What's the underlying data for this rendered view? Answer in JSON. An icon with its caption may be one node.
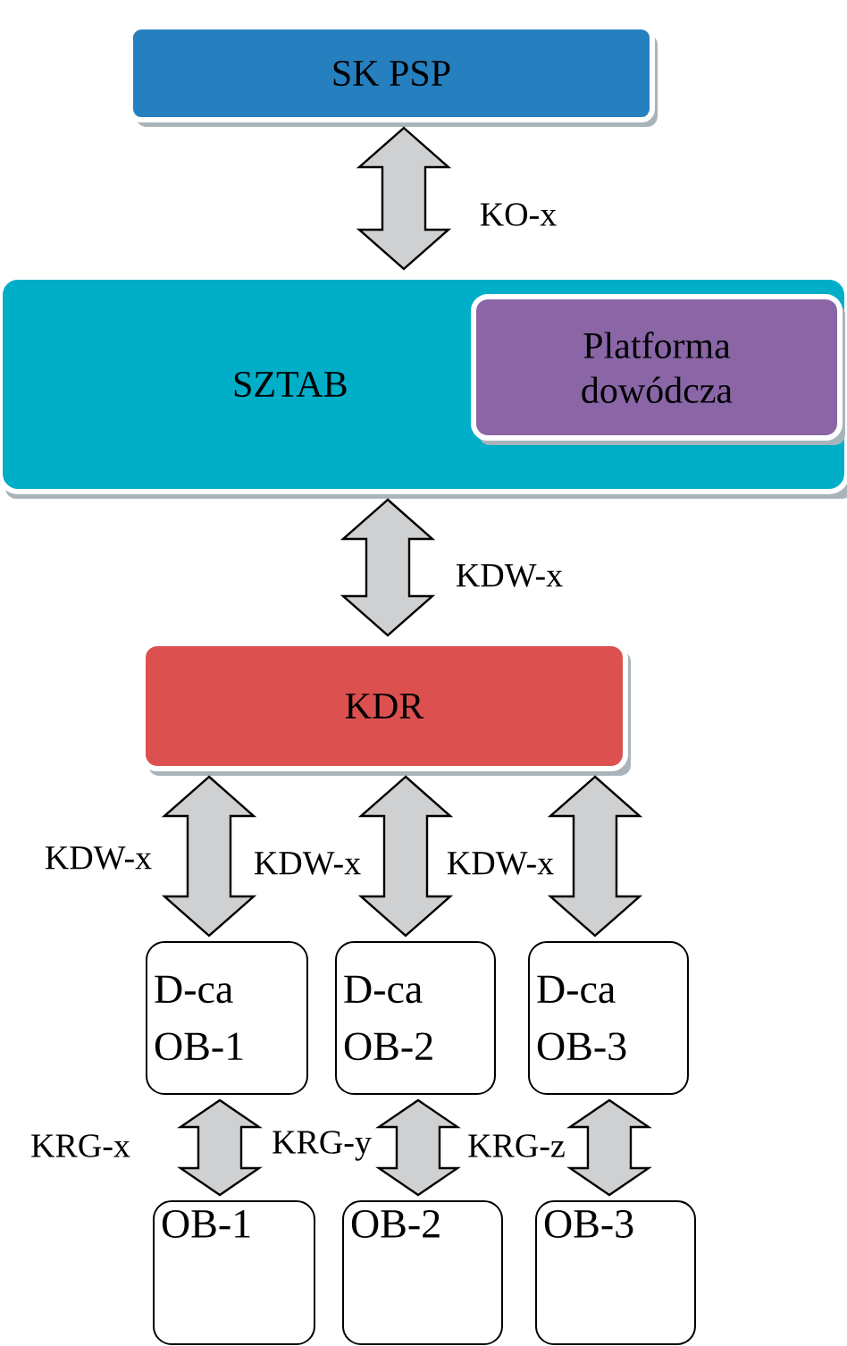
{
  "diagram": {
    "nodes": [
      {
        "text": [
          "SK PSP"
        ]
      },
      {
        "text": [
          "SZTAB"
        ]
      },
      {
        "text": [
          "Platforma dowódcza"
        ],
        "in": 1
      },
      {
        "text": [
          "KDR"
        ]
      },
      {
        "text": [
          "D-ca OB-1"
        ]
      },
      {
        "text": [
          "D-ca OB-2"
        ]
      },
      {
        "text": [
          "D-ca OB-3"
        ]
      },
      {
        "text": [
          "OB-1"
        ]
      },
      {
        "text": [
          "OB-2"
        ]
      },
      {
        "text": [
          "OB-3"
        ]
      }
    ],
    "edges": [
      {
        "from": 0,
        "to": 1,
        "arrow": "both",
        "label": "KO-x"
      },
      {
        "from": 1,
        "to": 3,
        "arrow": "both",
        "label": "KDW-x"
      },
      {
        "from": 3,
        "to": 4,
        "arrow": "both",
        "label": "KDW-x"
      },
      {
        "from": 3,
        "to": 5,
        "arrow": "both",
        "label": "KDW-x"
      },
      {
        "from": 3,
        "to": 6,
        "arrow": "both",
        "label": "KDW-x"
      },
      {
        "from": 4,
        "to": 7,
        "arrow": "both",
        "label": "KRG-x"
      },
      {
        "from": 5,
        "to": 8,
        "arrow": "both",
        "label": "KRG-y"
      },
      {
        "from": 6,
        "to": 9,
        "arrow": "both",
        "label": "KRG-z"
      }
    ]
  }
}
